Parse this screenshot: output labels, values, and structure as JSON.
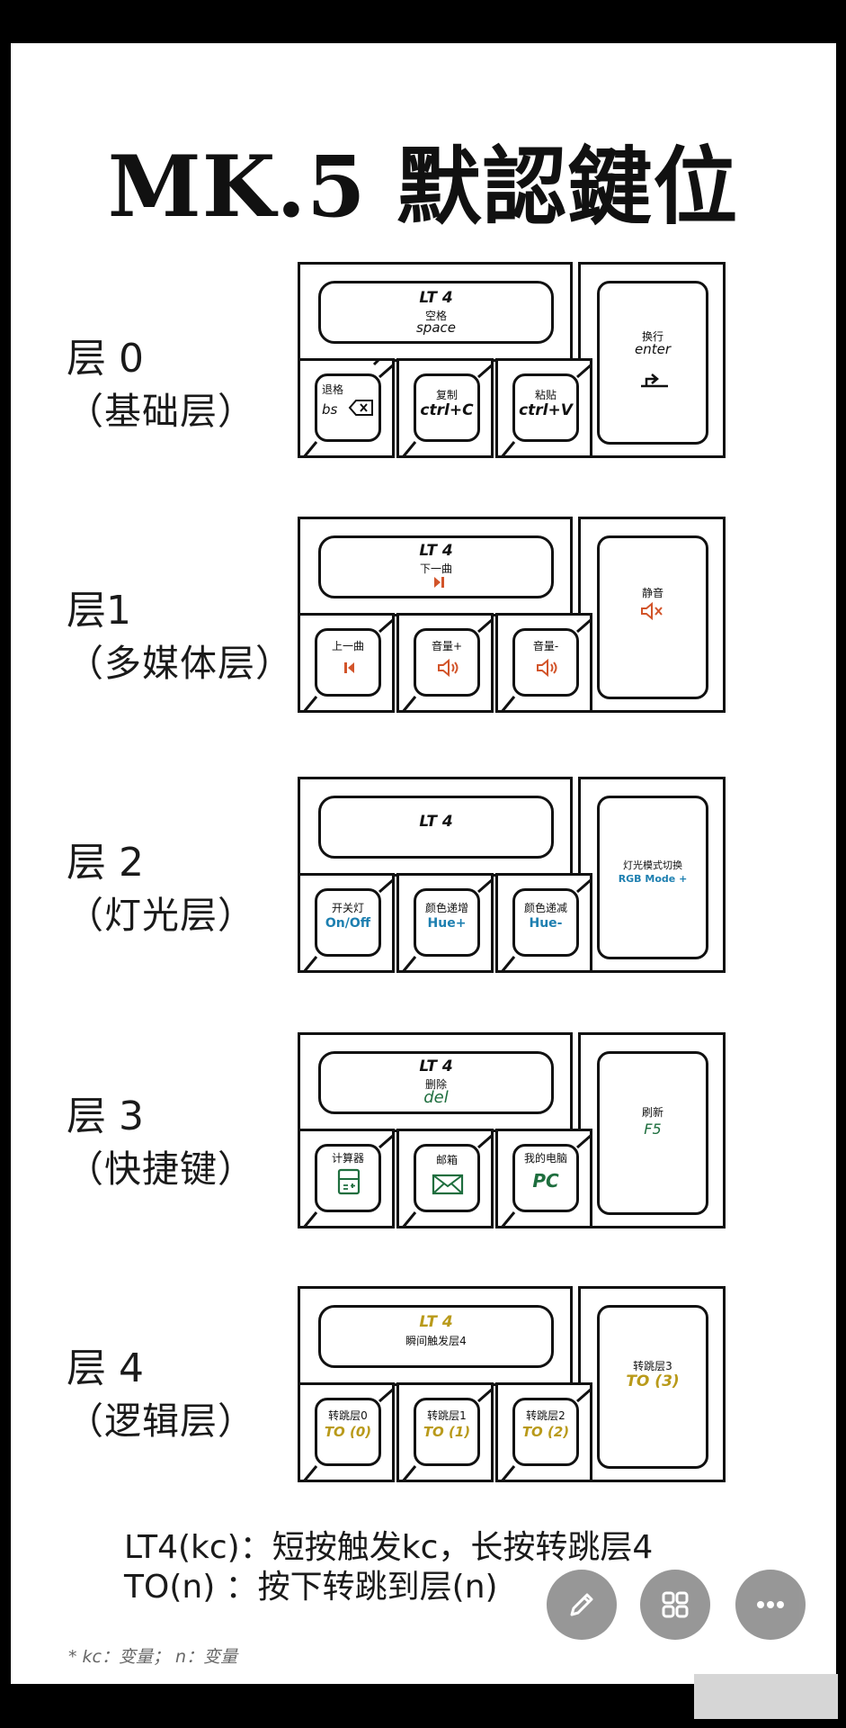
{
  "title": "MK.5 默認鍵位",
  "layers": [
    {
      "name": "层 0",
      "sub": "（基础层）",
      "wide": {
        "top": "LT 4",
        "mid": "空格",
        "bot": "space"
      },
      "enter": {
        "top": "换行",
        "mid": "enter"
      },
      "keys": [
        {
          "top": "退格",
          "bot": "bs"
        },
        {
          "top": "复制",
          "bot": "ctrl+C"
        },
        {
          "top": "粘贴",
          "bot": "ctrl+V"
        }
      ]
    },
    {
      "name": "层1",
      "sub": "（多媒体层）",
      "wide": {
        "top": "LT 4",
        "mid": "下一曲"
      },
      "enter": {
        "top": "静音"
      },
      "keys": [
        {
          "top": "上一曲"
        },
        {
          "top": "音量+"
        },
        {
          "top": "音量-"
        }
      ]
    },
    {
      "name": "层 2",
      "sub": "（灯光层）",
      "wide": {
        "top": "LT 4"
      },
      "enter": {
        "top": "灯光模式切换",
        "mid": "RGB Mode +"
      },
      "keys": [
        {
          "top": "开关灯",
          "bot": "On/Off"
        },
        {
          "top": "颜色递增",
          "bot": "Hue+"
        },
        {
          "top": "颜色递减",
          "bot": "Hue-"
        }
      ]
    },
    {
      "name": "层 3",
      "sub": "（快捷键）",
      "wide": {
        "top": "LT 4",
        "mid": "删除",
        "bot": "del"
      },
      "enter": {
        "top": "刷新",
        "mid": "F5"
      },
      "keys": [
        {
          "top": "计算器"
        },
        {
          "top": "邮箱"
        },
        {
          "top": "我的电脑",
          "bot": "PC"
        }
      ]
    },
    {
      "name": "层 4",
      "sub": "（逻辑层）",
      "wide": {
        "top": "LT 4",
        "mid": "瞬间触发层4"
      },
      "enter": {
        "top": "转跳层3",
        "mid": "TO (3)"
      },
      "keys": [
        {
          "top": "转跳层0",
          "bot": "TO (0)"
        },
        {
          "top": "转跳层1",
          "bot": "TO (1)"
        },
        {
          "top": "转跳层2",
          "bot": "TO (2)"
        }
      ]
    }
  ],
  "legend": {
    "line1": "LT4(kc)：短按触发kc，长按转跳层4",
    "line2": "TO(n) ：按下转跳到层(n)"
  },
  "note": "* kc：变量； n：变量",
  "buttons": {
    "edit": "pencil-icon",
    "apps": "grid-icon",
    "more": "more-icon"
  },
  "colors": {
    "blue": "#1d7fb0",
    "green": "#1e6e3e",
    "gold": "#b99a1a",
    "red": "#d2542a"
  }
}
